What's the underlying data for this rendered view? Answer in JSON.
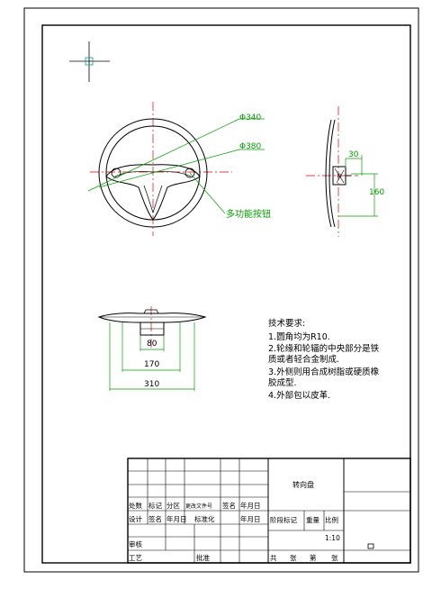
{
  "technical_requirements": {
    "heading": "技术要求:",
    "items": [
      "1.圆角均为R10.",
      "2.轮缘和轮辐的中央部分是铁",
      "质或者轻合金制成.",
      "3.外侧则用合成树脂或硬质橡",
      "胶成型.",
      "4.外部包以皮革."
    ]
  },
  "dimensions": {
    "dia_outer": "Φ340",
    "dia_inner": "Φ380",
    "button_label": "多功能按钮",
    "side_width": "30",
    "side_height": "160",
    "bottom_80": "80",
    "bottom_170": "170",
    "bottom_310": "310"
  },
  "title_block": {
    "part_name": "转向盘",
    "scale": "1:10",
    "r_chuli": "处数",
    "r_biaoji": "标记",
    "r_fenqu": "分区",
    "r_gengai": "更改文件号",
    "r_qianming": "签名",
    "r_nianyueri": "年月日",
    "r_sheji": "设计",
    "r_qianming2": "签名",
    "r_nianyueri2": "年月日",
    "r_biaozhunhua": "标准化",
    "r_nianyueri3": "年月日",
    "r_jieduan": "阶段标记",
    "r_zhongliang": "重量",
    "r_bili": "比例",
    "r_shenhe": "审核",
    "r_gongyi": "工艺",
    "r_pizhun": "批准",
    "r_gong": "共",
    "r_zhang": "张",
    "r_di": "第",
    "r_zhang2": "张"
  },
  "colors": {
    "outline": "#000000",
    "centerline": "#e00000",
    "dimension": "#00a000",
    "ucs": "#00a0a0"
  }
}
